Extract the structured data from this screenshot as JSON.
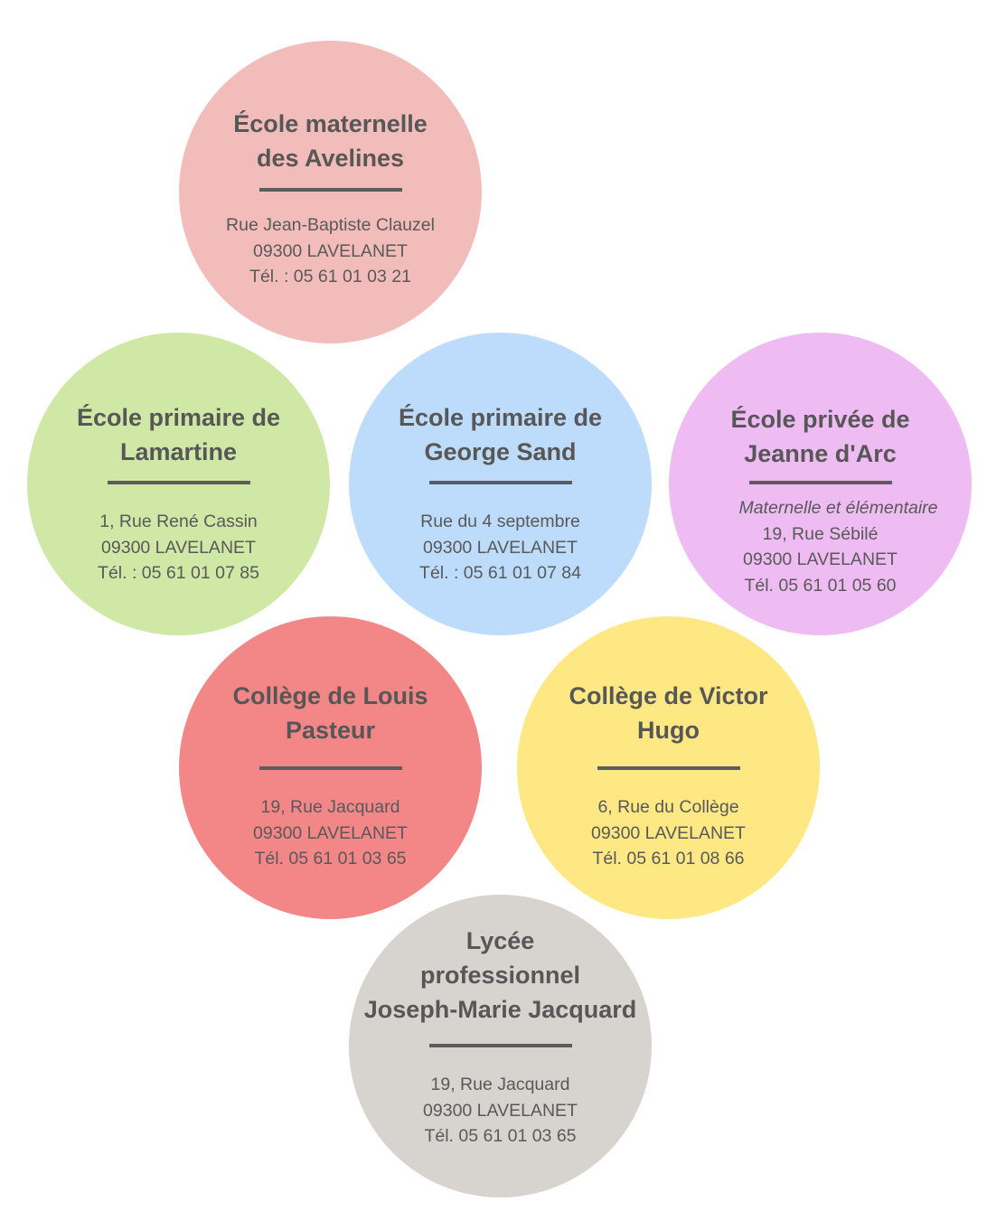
{
  "schools": [
    {
      "id": "avelines",
      "title": "École maternelle\ndes Avelines",
      "subtitle": "",
      "address": "Rue Jean-Baptiste Clauzel",
      "city": "09300 LAVELANET",
      "phone": "Tél. : 05 61 01 03 21",
      "color": "#f2bcbb"
    },
    {
      "id": "lamartine",
      "title": "École primaire de\nLamartine",
      "subtitle": "",
      "address": "1, Rue René Cassin",
      "city": "09300 LAVELANET",
      "phone": "Tél. : 05 61 01 07 85",
      "color": "#d0e8a6"
    },
    {
      "id": "george-sand",
      "title": "École primaire de\nGeorge Sand",
      "subtitle": "",
      "address": "Rue du 4 septembre",
      "city": "09300 LAVELANET",
      "phone": "Tél. : 05 61 01 07 84",
      "color": "#bddcfb"
    },
    {
      "id": "jeanne-darc",
      "title": "École privée de\nJeanne d'Arc",
      "subtitle": "Maternelle et élémentaire",
      "address": "19, Rue Sébilé",
      "city": "09300 LAVELANET",
      "phone": "Tél. 05 61 01 05 60",
      "color": "#eebcf2"
    },
    {
      "id": "louis-pasteur",
      "title": "Collège de Louis\nPasteur",
      "subtitle": "",
      "address": "19, Rue Jacquard",
      "city": "09300 LAVELANET",
      "phone": "Tél. 05 61 01 03 65",
      "color": "#f38686"
    },
    {
      "id": "victor-hugo",
      "title": "Collège de Victor\nHugo",
      "subtitle": "",
      "address": "6, Rue du Collège",
      "city": "09300 LAVELANET",
      "phone": "Tél. 05 61 01 08 66",
      "color": "#fde884"
    },
    {
      "id": "jacquard",
      "title": "Lycée\nprofessionnel\nJoseph-Marie Jacquard",
      "subtitle": "",
      "address": "19, Rue Jacquard",
      "city": "09300 LAVELANET",
      "phone": "Tél. 05 61 01 03 65",
      "color": "#d7d4cf"
    }
  ]
}
